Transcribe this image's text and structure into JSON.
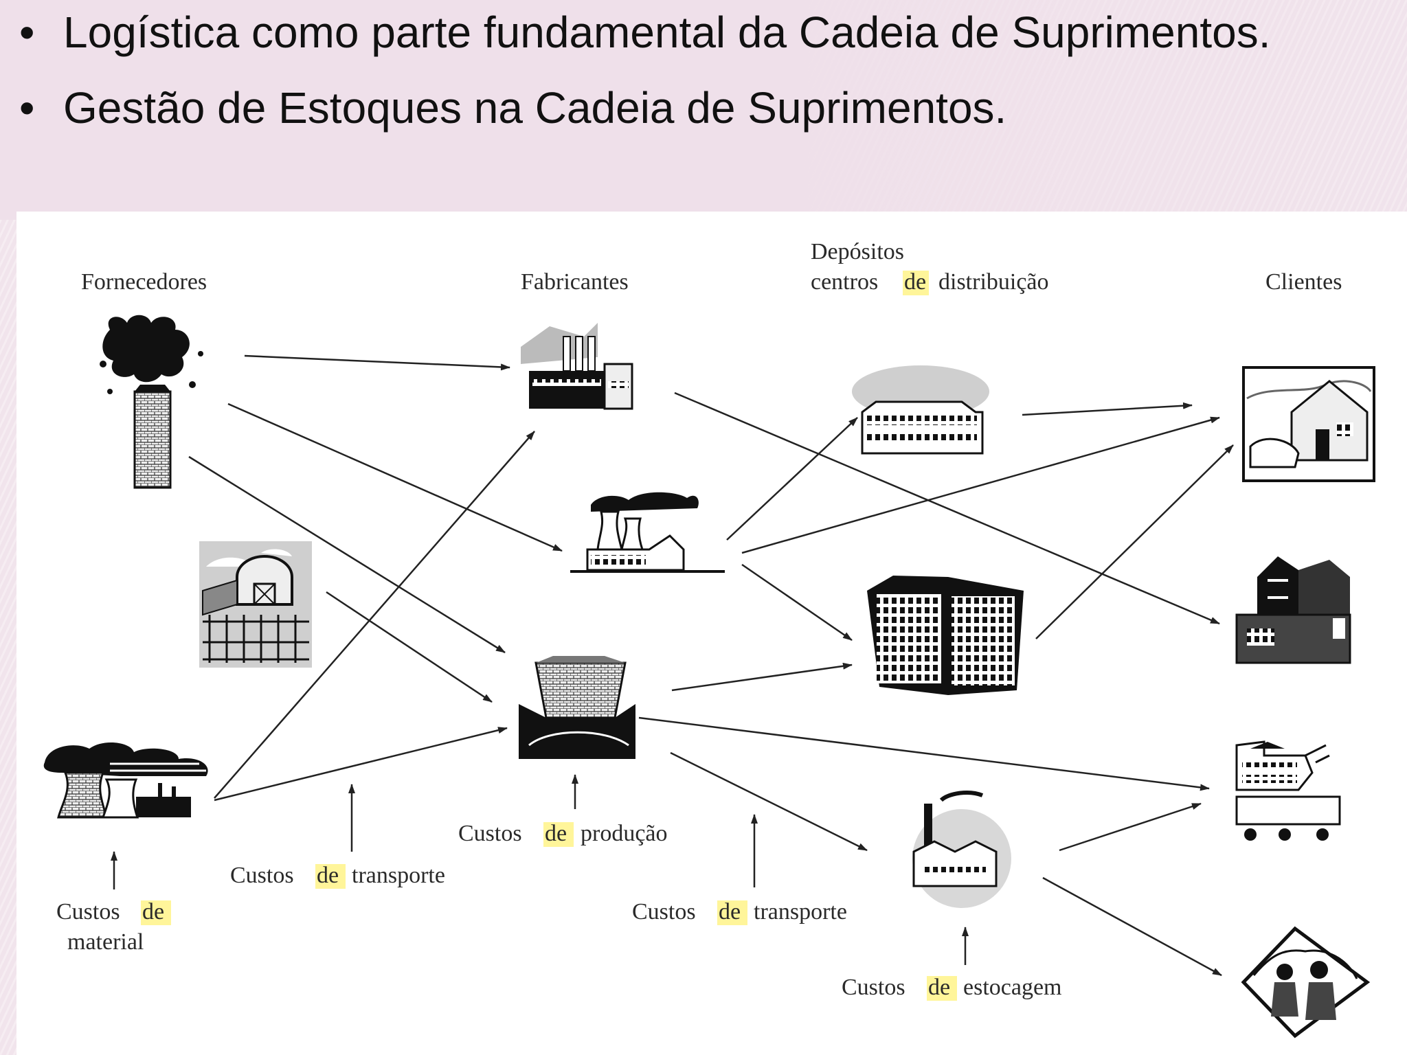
{
  "slide": {
    "bullets": [
      "Logística como parte fundamental da Cadeia de Suprimentos.",
      "Gestão de Estoques na Cadeia de Suprimentos."
    ]
  },
  "diagram": {
    "headers": {
      "suppliers": "Fornecedores",
      "manufacturers": "Fabricantes",
      "warehouses_line1": "Depósitos",
      "warehouses_line2_a": "centros",
      "warehouses_line2_b": "de",
      "warehouses_line2_c": "distribuição",
      "customers": "Clientes"
    },
    "costs": {
      "material_a": "Custos",
      "material_b": "de",
      "material_c": "material",
      "transport1_a": "Custos",
      "transport1_b": "de",
      "transport1_c": "transporte",
      "production_a": "Custos",
      "production_b": "de",
      "production_c": "produção",
      "transport2_a": "Custos",
      "transport2_b": "de",
      "transport2_c": "transporte",
      "storage_a": "Custos",
      "storage_b": "de",
      "storage_c": "estocagem"
    },
    "highlight_color": "#fff59a"
  }
}
